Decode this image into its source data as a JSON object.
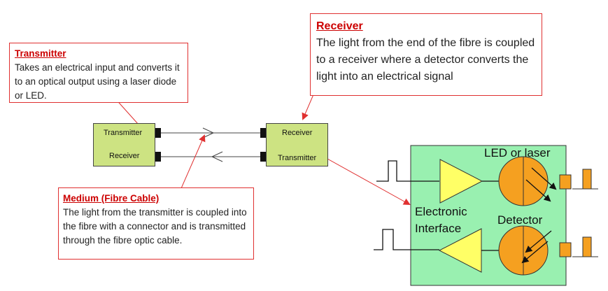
{
  "callouts": {
    "transmitter": {
      "title": "Transmitter",
      "body": "Takes an electrical input and converts it to an optical output using a laser diode or LED."
    },
    "receiver": {
      "title": "Receiver",
      "body": "The light from the end of the fibre is coupled to a receiver where a detector converts the light into an electrical signal"
    },
    "medium": {
      "title": "Medium (Fibre Cable)",
      "body": "The light from the transmitter is coupled into the fibre with a connector and is transmitted through the fibre optic cable."
    }
  },
  "left_unit": {
    "top_label": "Transmitter",
    "bottom_label": "Receiver"
  },
  "right_unit": {
    "top_label": "Receiver",
    "bottom_label": "Transmitter"
  },
  "interface": {
    "led_label": "LED or laser",
    "detector_label": "Detector",
    "electronic_label_1": "Electronic",
    "electronic_label_2": "Interface"
  },
  "colors": {
    "callout_border": "#e03030",
    "callout_title": "#cc0000",
    "unit_fill": "#cde382",
    "interface_fill": "#99f0b0",
    "amplifier_fill": "#ffff66",
    "component_fill": "#f5a020",
    "pointer": "#e03030"
  }
}
